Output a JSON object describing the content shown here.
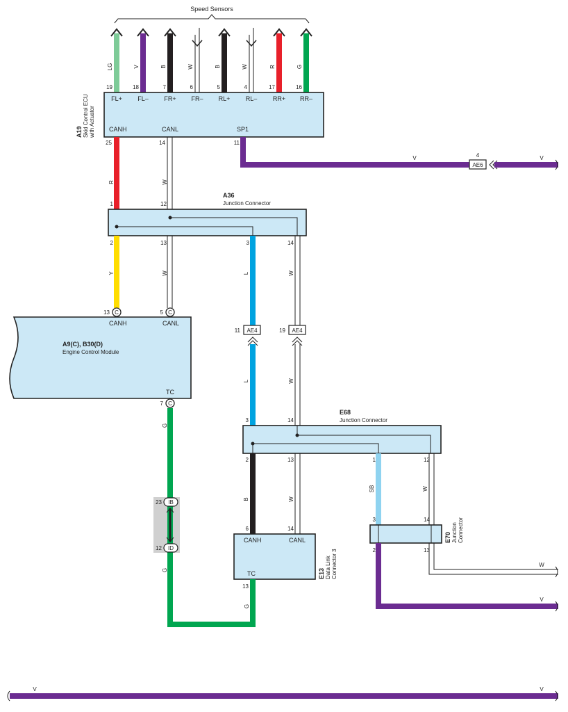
{
  "speed_sensors": {
    "title": "Speed Sensors",
    "wires": [
      {
        "color_code": "LG",
        "pin": "19",
        "terminal": "FL+",
        "hex": "#7ecb98"
      },
      {
        "color_code": "V",
        "pin": "18",
        "terminal": "FL–",
        "hex": "#6b2c91"
      },
      {
        "color_code": "B",
        "pin": "7",
        "terminal": "FR+",
        "hex": "#231f20"
      },
      {
        "color_code": "W",
        "pin": "6",
        "terminal": "FR–",
        "hex": "#ffffff"
      },
      {
        "color_code": "B",
        "pin": "5",
        "terminal": "RL+",
        "hex": "#231f20"
      },
      {
        "color_code": "W",
        "pin": "4",
        "terminal": "RL–",
        "hex": "#ffffff"
      },
      {
        "color_code": "R",
        "pin": "17",
        "terminal": "RR+",
        "hex": "#e8202a"
      },
      {
        "color_code": "G",
        "pin": "16",
        "terminal": "RR–",
        "hex": "#00a650"
      }
    ]
  },
  "a19": {
    "code": "A19",
    "name_line1": "Skid Control ECU",
    "name_line2": "with Actuator",
    "canh": "CANH",
    "canl": "CANL",
    "sp1": "SP1",
    "pin_canh": "25",
    "pin_canl": "14",
    "pin_sp1": "11"
  },
  "ae6": {
    "label": "AE6",
    "pin": "4"
  },
  "a36": {
    "code": "A36",
    "name": "Junction Connector",
    "pins_top": [
      "1",
      "12"
    ],
    "pins_bottom": [
      "2",
      "13",
      "3",
      "14"
    ]
  },
  "ecm": {
    "code": "A9(C), B30(D)",
    "name": "Engine Control Module",
    "canh": "CANH",
    "canl": "CANL",
    "tc": "TC",
    "pin_canh": "13",
    "pin_canl": "5",
    "pin_tc": "7",
    "conn": "C"
  },
  "ae4": {
    "label": "AE4",
    "pin_l": "11",
    "pin_w": "19"
  },
  "e68": {
    "code": "E68",
    "name": "Junction Connector",
    "pins_top": [
      "3",
      "14"
    ],
    "pins_bottom": [
      "2",
      "13",
      "1",
      "12"
    ]
  },
  "e70": {
    "code": "E70",
    "name_line1": "Junction",
    "name_line2": "Connector",
    "pins_top": [
      "3",
      "14"
    ],
    "pins_bottom": [
      "2",
      "13"
    ]
  },
  "e13": {
    "code": "E13",
    "name_line1": "Data Link",
    "name_line2": "Connector 3",
    "canh": "CANH",
    "canl": "CANL",
    "tc": "TC",
    "pin_canh": "6",
    "pin_canl": "14",
    "pin_tc": "13"
  },
  "ib_id": {
    "ib": "IB",
    "id": "ID",
    "pin_ib": "23",
    "pin_id": "12"
  },
  "wire_codes": {
    "r": "R",
    "w": "W",
    "y": "Y",
    "l": "L",
    "g": "G",
    "b": "B",
    "sb": "SB",
    "v": "V"
  },
  "colors": {
    "violet": "#6b2c91",
    "red": "#e8202a",
    "yellow": "#ffdd00",
    "blue": "#00a3e0",
    "green": "#00a650",
    "black": "#231f20",
    "sky_blue": "#8fd3f0",
    "light_green": "#7ecb98",
    "box_fill": "#cce8f6",
    "gray_block": "#d0d0d0"
  }
}
